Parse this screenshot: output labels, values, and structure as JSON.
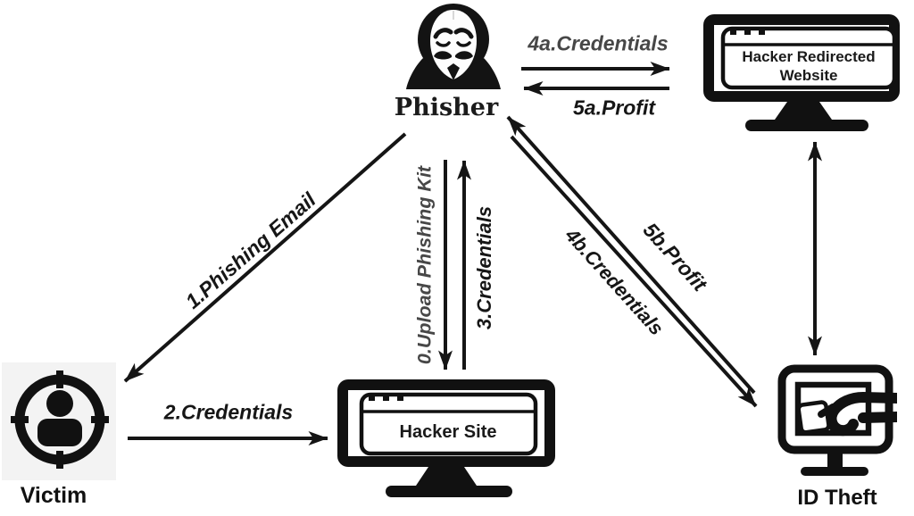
{
  "nodes": {
    "phisher": {
      "label": "Phisher",
      "icon": "anonymous-mask-icon"
    },
    "hacker_redirected_website": {
      "label": "Hacker Redirected Website",
      "icon": "browser-monitor-icon"
    },
    "hacker_site": {
      "label": "Hacker Site",
      "icon": "browser-monitor-icon"
    },
    "victim": {
      "label": "Victim",
      "icon": "target-person-icon"
    },
    "id_theft": {
      "label": "ID Theft",
      "icon": "hand-stealing-monitor-icon"
    }
  },
  "edges": {
    "upload_phishing_kit": {
      "label": "0.Upload Phishing Kit",
      "from": "phisher",
      "to": "hacker_site"
    },
    "phishing_email": {
      "label": "1.Phishing Email",
      "from": "phisher",
      "to": "victim"
    },
    "credentials_2": {
      "label": "2.Credentials",
      "from": "victim",
      "to": "hacker_site"
    },
    "credentials_3": {
      "label": "3.Credentials",
      "from": "hacker_site",
      "to": "phisher"
    },
    "credentials_4a": {
      "label": "4a.Credentials",
      "from": "phisher",
      "to": "hacker_redirected_website"
    },
    "profit_5a": {
      "label": "5a.Profit",
      "from": "hacker_redirected_website",
      "to": "phisher"
    },
    "credentials_4b": {
      "label": "4b.Credentials",
      "from": "phisher",
      "to": "id_theft"
    },
    "profit_5b": {
      "label": "5b.Profit",
      "from": "id_theft",
      "to": "phisher"
    },
    "website_to_idtheft": {
      "label": "",
      "from": "hacker_redirected_website",
      "to": "id_theft",
      "bidirectional": true
    }
  },
  "colors": {
    "ink": "#161616",
    "muted_label": "#474747",
    "background": "#ffffff"
  }
}
